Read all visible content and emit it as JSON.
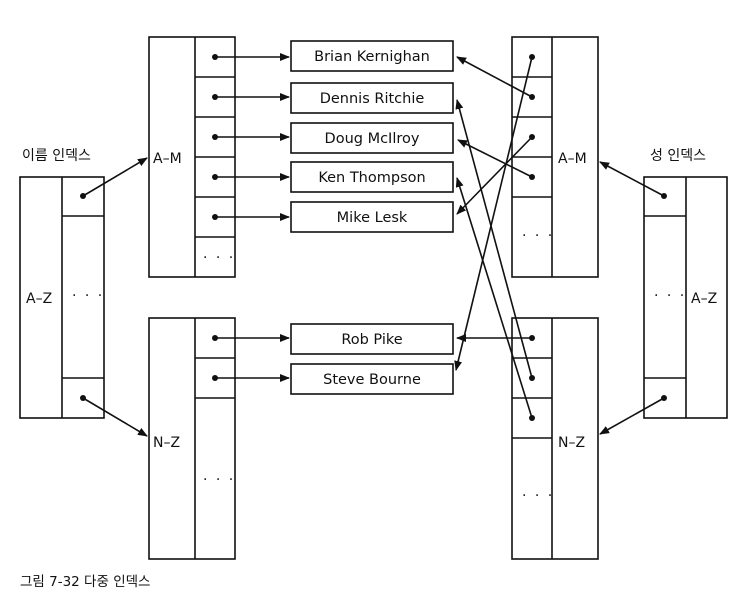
{
  "labels": {
    "first_name_index": "이름 인덱스",
    "last_name_index": "성 인덱스",
    "range_az": "A–Z",
    "range_am": "A–M",
    "range_nz": "N–Z",
    "ellipsis": "· · ·"
  },
  "names": {
    "brian_kernighan": "Brian Kernighan",
    "dennis_ritchie": "Dennis Ritchie",
    "doug_mcilroy": "Doug McIlroy",
    "ken_thompson": "Ken Thompson",
    "mike_lesk": "Mike Lesk",
    "rob_pike": "Rob Pike",
    "steve_bourne": "Steve Bourne"
  },
  "caption": "그림 7-32 다중 인덱스"
}
